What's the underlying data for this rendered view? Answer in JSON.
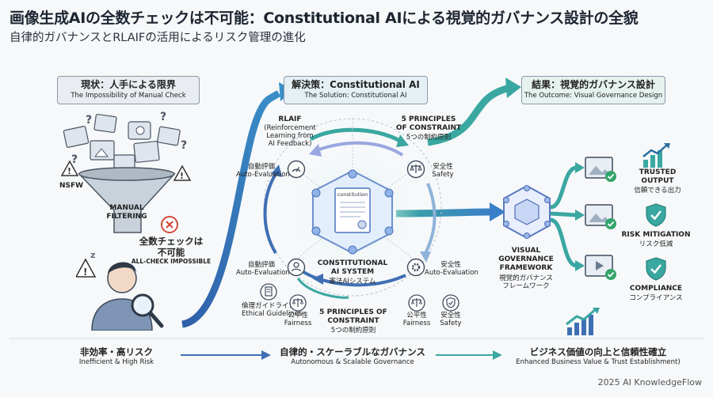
{
  "title": "画像生成AIの全数チェックは不可能：Constitutional AIによる視覚的ガバナンス設計の全貌",
  "subtitle": "自律的ガバナンスとRLAIFの活用によるリスク管理の進化",
  "left": {
    "header_jp": "現状：人手による限界",
    "header_en": "The Impossibility of Manual Check",
    "nsfw": "NSFW",
    "funnel_label_1": "MANUAL",
    "funnel_label_2": "FILTERING",
    "impossible_jp_1": "全数チェックは",
    "impossible_jp_2": "不可能",
    "impossible_en": "ALL-CHECK IMPOSSIBLE"
  },
  "center": {
    "header_jp": "解決策：Constitutional AI",
    "header_en": "The Solution: Constitutional AI",
    "rlaif_1": "RLAIF",
    "rlaif_2": "(Reinforcement",
    "rlaif_3": "Learning from",
    "rlaif_4": "AI Feedback)",
    "principles_top_1": "5 PRINCIPLES",
    "principles_top_2": "OF CONSTRAINT",
    "principles_top_jp": "5つの制約原則",
    "auto_eval_top_jp": "自動評価",
    "auto_eval_top_en": "Auto-Evaluation",
    "safety_top_jp": "安全性",
    "safety_top_en": "Safety",
    "constitution_doc": "constitution",
    "system_1": "CONSTITUTIONAL",
    "system_2": "AI SYSTEM",
    "system_jp": "憲法AIシステム",
    "auto_eval_left_jp": "自動評価",
    "auto_eval_left_en": "Auto-Evaluation",
    "safety_right_jp": "安全性",
    "safety_right_en": "Auto-Evaluation",
    "ethics_jp": "倫理ガイドライン",
    "ethics_en": "Ethical Guidelines",
    "fairness_l_jp": "公平性",
    "fairness_l_en": "Fairness",
    "principles_bot_1": "5 PRINCIPLES OF",
    "principles_bot_2": "CONSTRAINT",
    "principles_bot_jp": "5つの制約原則",
    "fairness_r_jp": "公平性",
    "fairness_r_en": "Fairness",
    "safety_bot_jp": "安全性",
    "safety_bot_en": "Safety"
  },
  "right": {
    "header_jp": "結果：視覚的ガバナンス設計",
    "header_en": "The Outcome: Visual Governance Design",
    "framework_1": "VISUAL",
    "framework_2": "GOVERNANCE",
    "framework_3": "FRAMEWORK",
    "framework_jp_1": "視覚的ガバナンス",
    "framework_jp_2": "フレームワーク",
    "trusted_1": "TRUSTED",
    "trusted_2": "OUTPUT",
    "trusted_jp": "信頼できる出力",
    "risk_en": "RISK MITIGATION",
    "risk_jp": "リスク低減",
    "compliance_en": "COMPLIANCE",
    "compliance_jp": "コンプライアンス"
  },
  "bottom": {
    "left_jp": "非効率・高リスク",
    "left_en": "Inefficient & High Risk",
    "mid_jp": "自律的・スケーラブルなガバナンス",
    "mid_en": "Autonomous & Scalable Governance",
    "right_jp": "ビジネス価値の向上と信頼性確立",
    "right_en": "Enhanced Business Value & Trust Establishment)"
  },
  "footer": "2025 AI KnowledgeFlow",
  "colors": {
    "teal": "#3aa7a1",
    "blue": "#3f6fb3",
    "red": "#d24a3a",
    "green": "#33a46a",
    "dark": "#2c3440"
  }
}
